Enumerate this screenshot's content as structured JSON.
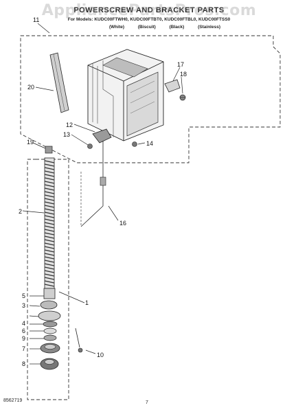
{
  "header": {
    "title": "POWERSCREW AND BRACKET PARTS",
    "models": "For Models: KUDC00FTWH0, KUDC00FTBT0, KUDC00FTBL0, KUDC00FTSS0",
    "colors": "(White) (Biscuit) (Black) (Stainless)"
  },
  "watermark": "AppliancePartsPros.com",
  "footer": {
    "doc_number": "8562719",
    "page_number": "7"
  },
  "callouts": [
    "1",
    "2",
    "3",
    "4",
    "5",
    "6",
    "7",
    "8",
    "9",
    "10",
    "11",
    "12",
    "13",
    "14",
    "16",
    "17",
    "18",
    "19",
    "20"
  ]
}
